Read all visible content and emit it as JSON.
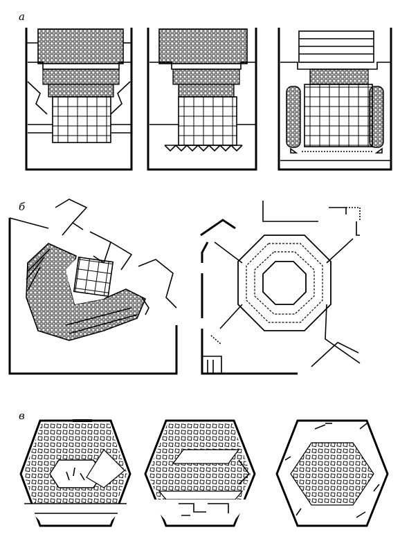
{
  "labels": {
    "a": "а",
    "b": "б",
    "v": "в"
  }
}
